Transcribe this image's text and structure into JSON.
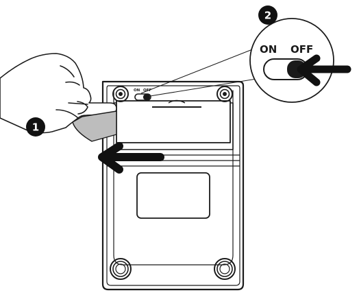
{
  "steps": {
    "step1": "1",
    "step2": "2"
  },
  "switch": {
    "on_label": "ON",
    "off_label": "OFF"
  },
  "device_switch": {
    "on_label": "ON",
    "off_label": "OFF"
  },
  "colors": {
    "line": "#1a1a1a",
    "arrow": "#111111",
    "tab": "#bdbdbd",
    "badge": "#111111"
  },
  "icons": {
    "hand": "hand-icon",
    "slide_arrow": "left-arrow-icon",
    "switch_arrow": "left-arrow-icon"
  }
}
